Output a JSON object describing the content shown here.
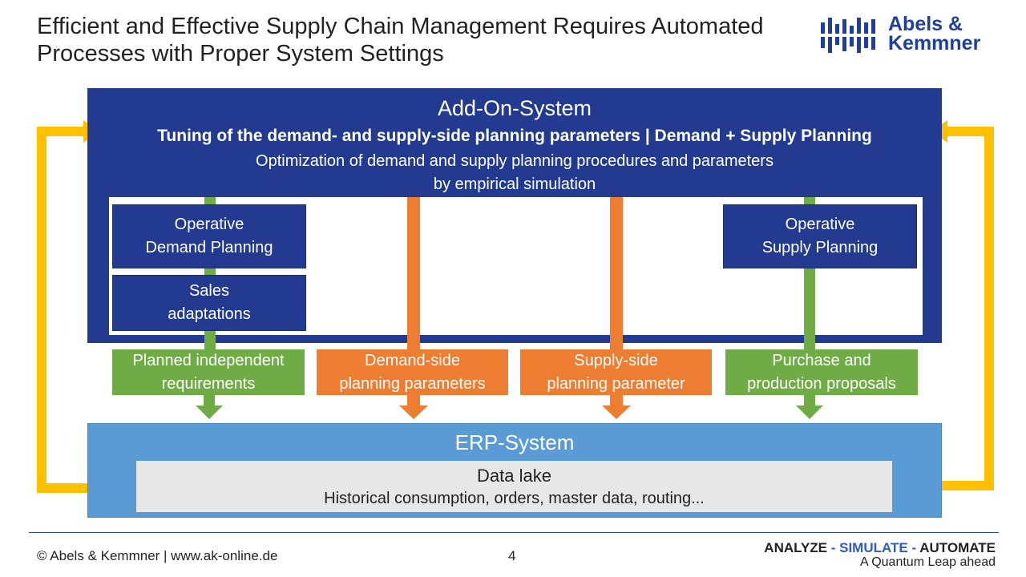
{
  "title": {
    "line1": "Efficient and Effective Supply Chain Management Requires Automated",
    "line2": "Processes with Proper System Settings"
  },
  "logo": {
    "line1": "Abels &",
    "line2": "Kemmner"
  },
  "addon": {
    "heading": "Add-On-System",
    "subheading": "Tuning of the demand- and supply-side planning parameters | Demand + Supply Planning",
    "desc1": "Optimization of demand and supply planning procedures and parameters",
    "desc2": "by empirical simulation"
  },
  "modules": {
    "demand": {
      "line1": "Operative",
      "line2": "Demand Planning"
    },
    "sales": {
      "line1": "Sales",
      "line2": "adaptations"
    },
    "supply": {
      "line1": "Operative",
      "line2": "Supply Planning"
    }
  },
  "flows": [
    {
      "line1": "Planned independent",
      "line2": "requirements",
      "color": "#6fac46"
    },
    {
      "line1": "Demand-side",
      "line2": "planning parameters",
      "color": "#ed7d31"
    },
    {
      "line1": "Supply-side",
      "line2": "planning parameter",
      "color": "#ed7d31"
    },
    {
      "line1": "Purchase and",
      "line2": "production proposals",
      "color": "#6fac46"
    }
  ],
  "erp": {
    "heading": "ERP-System",
    "datalake_title": "Data lake",
    "datalake_desc": "Historical consumption, orders, master data, routing..."
  },
  "colors": {
    "addon": "#223a8f",
    "erp": "#5b9bd5",
    "feedback_arrow": "#ffc000",
    "green": "#6fac46",
    "orange": "#ed7d31"
  },
  "footer": {
    "copyright": "© Abels & Kemmner | www.ak-online.de",
    "page": "4",
    "tagline_analyze": "ANALYZE",
    "tagline_sep1": " - ",
    "tagline_simulate": "SIMULATE",
    "tagline_sep2": " - ",
    "tagline_automate": "AUTOMATE",
    "subtagline": "A Quantum Leap ahead"
  }
}
